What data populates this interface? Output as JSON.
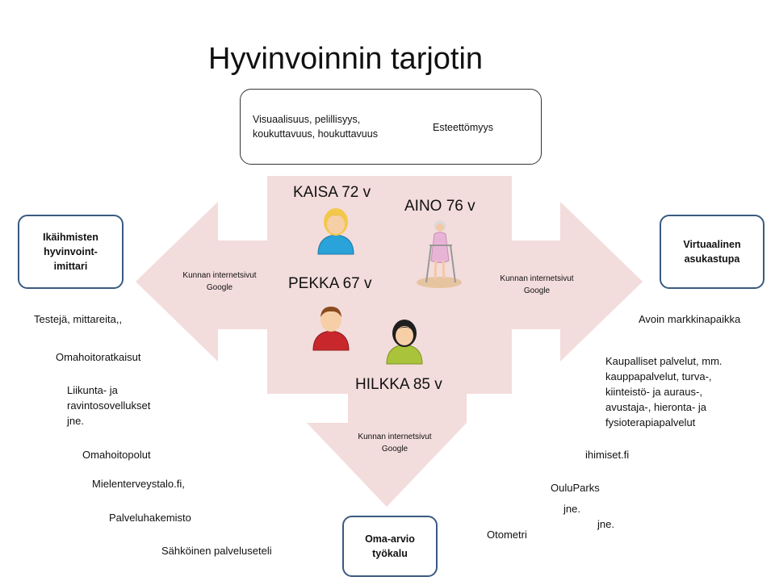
{
  "title": "Hyvinvoinnin tarjotin",
  "top_box": {
    "left_lines": [
      "Visuaalisuus, pelillisyys,",
      "koukuttavuus,  houkuttavuus"
    ],
    "right": "Esteettömyys"
  },
  "people": [
    {
      "name": "KAISA 72 v",
      "icon": "woman-blonde-avatar-icon",
      "color": "#29a3d9"
    },
    {
      "name": "AINO 76 v",
      "icon": "elderly-woman-walker-icon",
      "color": "#e8b4d6"
    },
    {
      "name": "PEKKA 67 v",
      "icon": "man-avatar-icon",
      "color": "#c8282b"
    },
    {
      "name": "HILKKA 85 v",
      "icon": "woman-dark-hair-avatar-icon",
      "color": "#a9c43b"
    }
  ],
  "arrow_labels": {
    "left": [
      "Kunnan internetsivut",
      "Google"
    ],
    "right": [
      "Kunnan internetsivut",
      "Google"
    ],
    "bottom": [
      "Kunnan internetsivut",
      "Google"
    ]
  },
  "boxes": {
    "left": [
      "Ikäihmisten",
      "hyvinvoint-",
      "imittari"
    ],
    "right": [
      "Virtuaalinen",
      "asukastupa"
    ],
    "bottom": [
      "Oma-arvio",
      "työkalu"
    ]
  },
  "left_items": [
    "Testejä, mittareita,,",
    "Omahoitoratkaisut",
    "Liikunta- ja",
    "ravintosovellukset",
    "jne.",
    "Omahoitopolut",
    "Mielenterveystalo.fi,",
    "Palveluhakemisto",
    "Sähköinen  palveluseteli"
  ],
  "right_items": [
    "Avoin markkinapaikka",
    "Kaupalliset palvelut, mm.",
    "kauppapalvelut, turva-,",
    "kiinteistö- ja auraus-,",
    "avustaja-, hieronta- ja",
    "fysioterapiapalvelut",
    "ihimiset.fi",
    "OuluParks",
    "jne.",
    "jne.",
    "Otometri"
  ],
  "colors": {
    "arrow_fill": "#f3dcdc",
    "box_border": "#3a5a80"
  }
}
